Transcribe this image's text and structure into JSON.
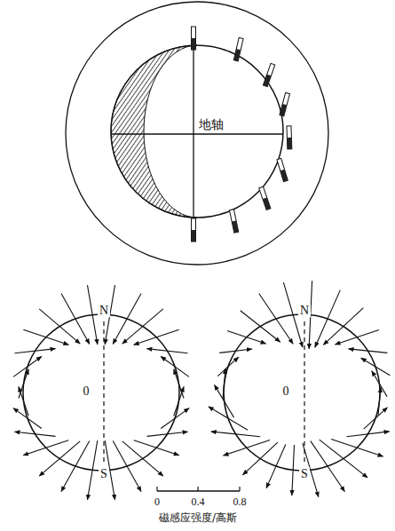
{
  "diagram": {
    "labels": [
      "地轴",
      "N",
      "0",
      "S",
      "N",
      "0",
      "S",
      "0",
      "0.4",
      "0.8",
      "磁感应强度/高斯"
    ]
  }
}
